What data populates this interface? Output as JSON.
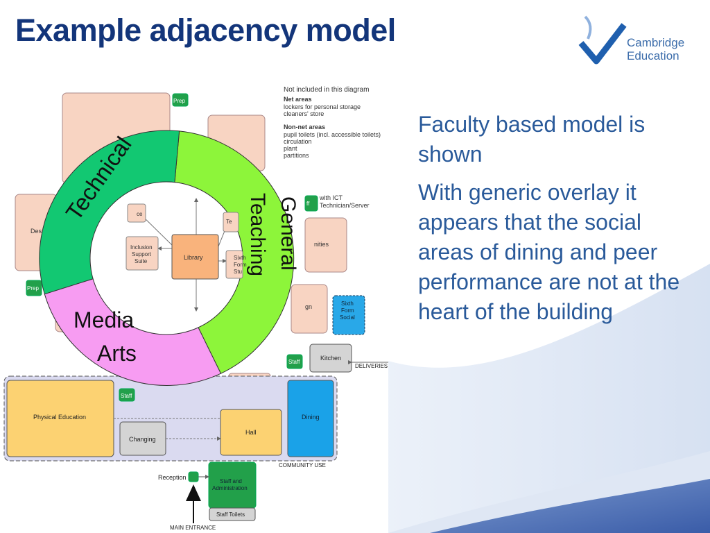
{
  "slide": {
    "title": "Example adjacency model",
    "logo": {
      "line1": "Cambridge",
      "line2": "Education"
    },
    "bullets": [
      "Faculty based model is shown",
      "With generic overlay it appears that the social areas of dining and peer performance are not at the heart of the building"
    ]
  },
  "diagram": {
    "legend": {
      "heading": "Not included in this diagram",
      "net_heading": "Net areas",
      "net_items": [
        "lockers for personal storage",
        "cleaners' store"
      ],
      "nonnet_heading": "Non-net areas",
      "nonnet_items": [
        "pupil toilets (incl. accessible toilets)",
        "circulation",
        "plant",
        "partitions"
      ]
    },
    "overlay": {
      "technical": "Technical",
      "general_teaching_1": "General",
      "general_teaching_2": "Teaching",
      "media_arts_1": "Media",
      "media_arts_2": "Arts"
    },
    "rooms": {
      "prep_top": "Prep",
      "prep_left": "Prep",
      "des": "Des",
      "ce": "ce",
      "te": "Te",
      "inclusion_1": "Inclusion",
      "inclusion_2": "Support",
      "inclusion_3": "Suite",
      "library": "Library",
      "sixth_1": "Sixth",
      "sixth_2": "Form",
      "sixth_3": "Stu",
      "ict_1": "with ICT",
      "ict_2": "Technician/Server",
      "ff": "ff",
      "nities": "nities",
      "gn": "gn",
      "social_1": "Sixth",
      "social_2": "Form",
      "social_3": "Social",
      "kitchen": "Kitchen",
      "deliveries": "DELIVERIES",
      "staff_right": "Staff",
      "staff_left": "Staff",
      "physical_education": "Physical Education",
      "changing": "Changing",
      "hall": "Hall",
      "dining": "Dining",
      "community_use": "COMMUNITY USE",
      "reception": "Reception",
      "staff_admin_1": "Staff and",
      "staff_admin_2": "Administration",
      "staff_toilets": "Staff Toilets",
      "main_entrance": "MAIN ENTRANCE"
    }
  }
}
